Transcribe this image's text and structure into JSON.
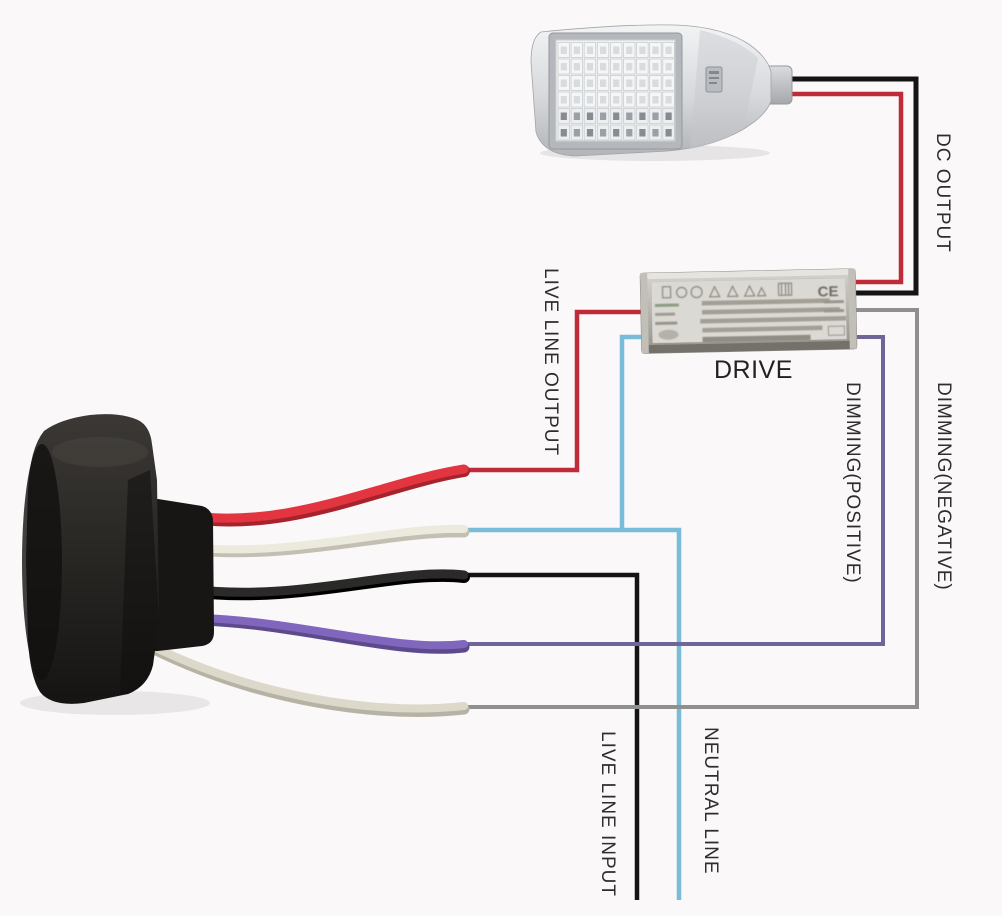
{
  "title": "photocell-led-driver-wiring-diagram",
  "labels": {
    "dc_output": "DC OUTPUT",
    "live_line_output": "LIVE LINE OUTPUT",
    "drive": "DRIVE",
    "dimming_positive": "DIMMING(POSITIVE)",
    "dimming_negative": "DIMMING(NEGATIVE)",
    "live_line_input": "LIVE LINE INPUT",
    "neutral_line": "NEUTRAL LINE",
    "ce_mark": "CE"
  },
  "colors": {
    "background": "#faf8f8",
    "label_text": "#2e2c2d"
  },
  "components": [
    {
      "name": "led-street-light"
    },
    {
      "name": "led-driver"
    },
    {
      "name": "photocell-sensor"
    }
  ],
  "wires": [
    {
      "name": "dc-output-black",
      "color": "#141414"
    },
    {
      "name": "dc-output-red",
      "color": "#bf2b38"
    },
    {
      "name": "live-line-output-red",
      "color": "#bf2b38"
    },
    {
      "name": "neutral-line-blue",
      "color": "#79bcd9"
    },
    {
      "name": "live-line-input-black",
      "color": "#141414"
    },
    {
      "name": "dimming-positive-purple",
      "color": "#6f6596"
    },
    {
      "name": "dimming-negative-gray",
      "color": "#8f8f8f"
    }
  ],
  "sensor_cables": [
    {
      "name": "cable-red",
      "color": "#e23540",
      "shade": "#a6232e"
    },
    {
      "name": "cable-white",
      "color": "#ece9dd",
      "shade": "#c3bfb2"
    },
    {
      "name": "cable-black",
      "color": "#2a2a28",
      "shade": "#000000"
    },
    {
      "name": "cable-purple",
      "color": "#8166bd",
      "shade": "#5d4a8c"
    },
    {
      "name": "cable-cream",
      "color": "#dcd8ca",
      "shade": "#b7b3a4"
    }
  ]
}
